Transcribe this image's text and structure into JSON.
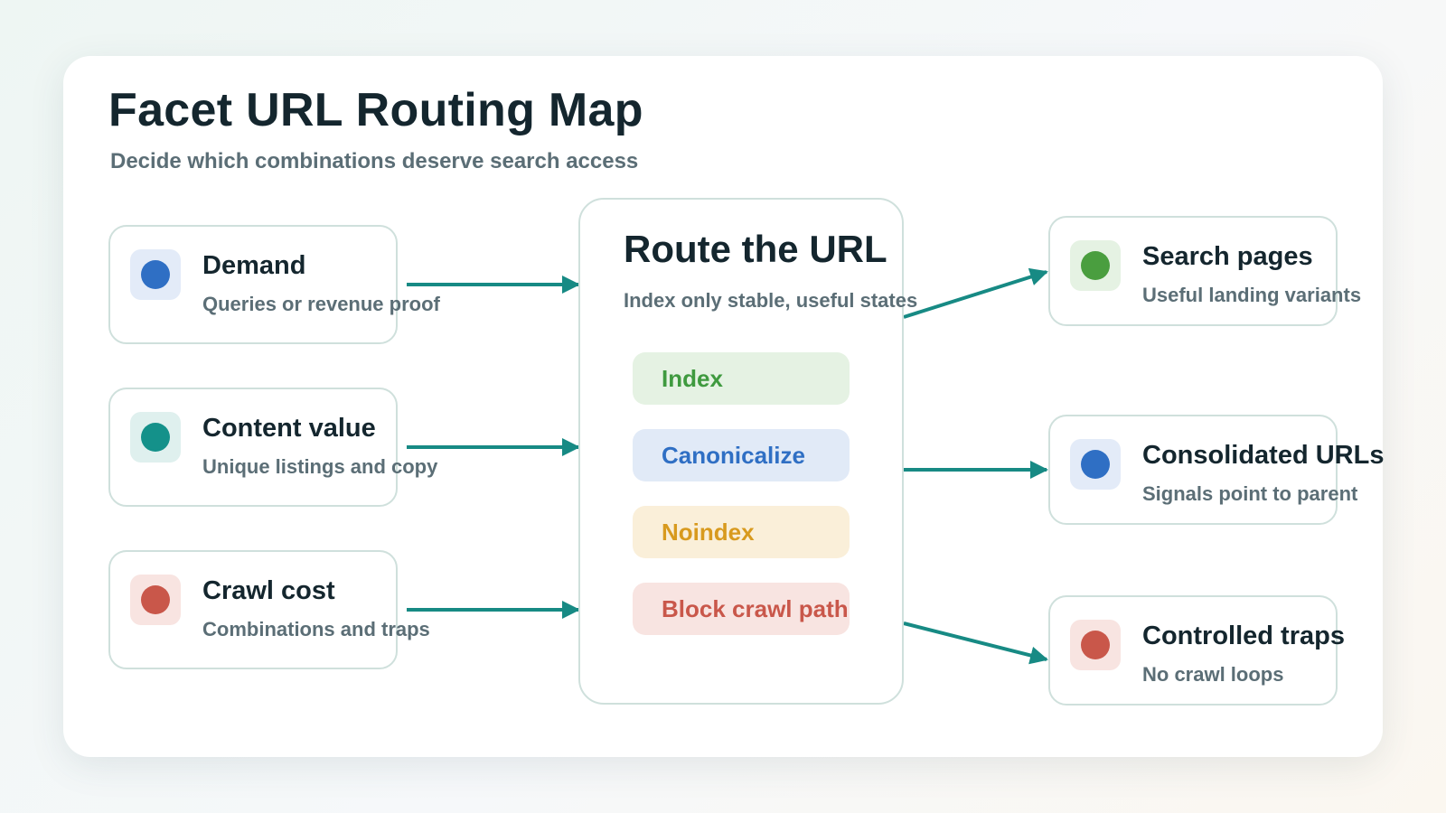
{
  "header": {
    "title": "Facet URL Routing Map",
    "subtitle": "Decide which combinations deserve search access"
  },
  "inputs": [
    {
      "title": "Demand",
      "subtitle": "Queries or revenue proof",
      "dot_color": "#2f6fc4",
      "tile_color": "#e3ebf8"
    },
    {
      "title": "Content value",
      "subtitle": "Unique listings and copy",
      "dot_color": "#14918a",
      "tile_color": "#dff0ee"
    },
    {
      "title": "Crawl cost",
      "subtitle": "Combinations and traps",
      "dot_color": "#c9574a",
      "tile_color": "#f8e4e1"
    }
  ],
  "hub": {
    "title": "Route the URL",
    "subtitle": "Index only stable, useful states",
    "actions": [
      {
        "label": "Index",
        "text_color": "#3f9a3f",
        "bg_color": "#e5f2e3"
      },
      {
        "label": "Canonicalize",
        "text_color": "#2f6fc4",
        "bg_color": "#e1eaf7"
      },
      {
        "label": "Noindex",
        "text_color": "#d89a1e",
        "bg_color": "#faefd9"
      },
      {
        "label": "Block crawl path",
        "text_color": "#c9574a",
        "bg_color": "#f8e4e1"
      }
    ]
  },
  "outputs": [
    {
      "title": "Search pages",
      "subtitle": "Useful landing variants",
      "dot_color": "#4a9e3f",
      "tile_color": "#e5f2e3"
    },
    {
      "title": "Consolidated URLs",
      "subtitle": "Signals point to parent",
      "dot_color": "#2f6fc4",
      "tile_color": "#e3ebf8"
    },
    {
      "title": "Controlled traps",
      "subtitle": "No crawl loops",
      "dot_color": "#c9574a",
      "tile_color": "#f8e4e1"
    }
  ],
  "colors": {
    "connector": "#178a84",
    "border": "#cfe0dc",
    "heading": "#14262e",
    "muted": "#5b6e76"
  }
}
